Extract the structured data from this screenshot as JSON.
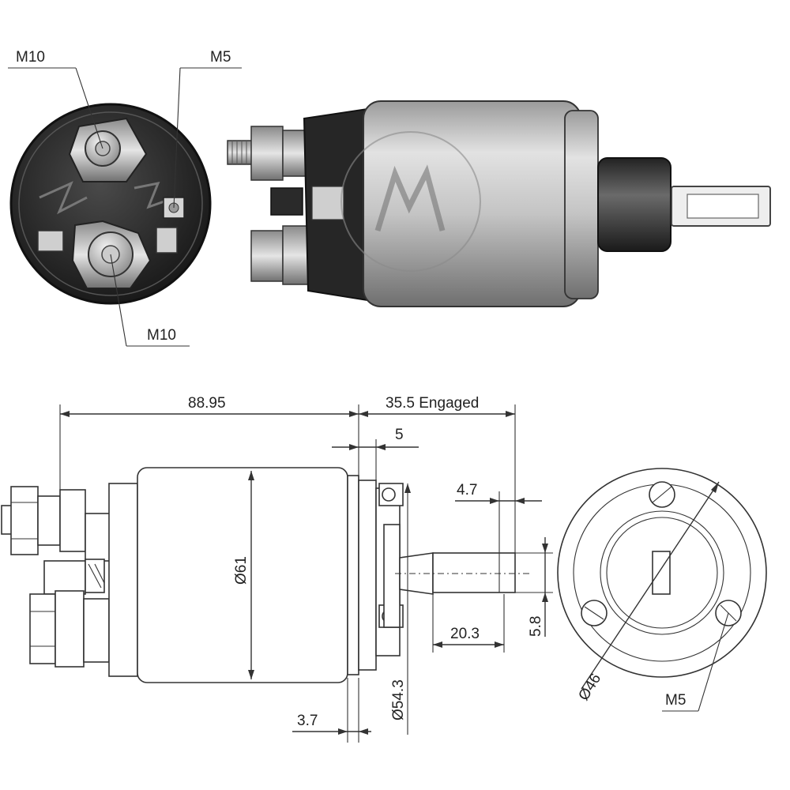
{
  "labels": {
    "top_m10": "M10",
    "top_m5": "M5",
    "bottom_m10": "M10",
    "dim_length": "88.95",
    "dim_engaged": "35.5 Engaged",
    "dim_5": "5",
    "dim_4_7": "4.7",
    "dim_diam61": "Ø61",
    "dim_20_3": "20.3",
    "dim_5_8": "5.8",
    "dim_54_3": "Ø54.3",
    "dim_3_7": "3.7",
    "dim_46": "Ø46",
    "end_m5": "M5"
  },
  "colors": {
    "line": "#333333",
    "metal_light": "#d9d9d9",
    "metal_mid": "#a8a8a8",
    "metal_dark": "#3a3a3a",
    "cap_black": "#1e1e1e"
  }
}
